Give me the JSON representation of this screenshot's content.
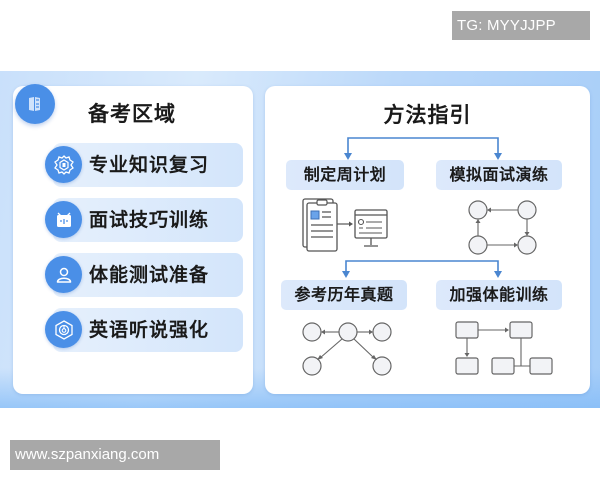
{
  "watermarks": {
    "top": "TG: MYYJJPP",
    "bottom": "www.szpanxiang.com"
  },
  "colors": {
    "accent": "#4a8fe7",
    "item_bg": "#dce9fb",
    "arrow": "#4a86d0",
    "diagram_stroke": "#666666",
    "diagram_fill": "#f2f3f6"
  },
  "left_panel": {
    "badge_icon": "book-map-icon",
    "title": "备考区域",
    "items": [
      {
        "label": "专业知识复习",
        "icon": "hexagon-gear-icon"
      },
      {
        "label": "面试技巧训练",
        "icon": "inbox-tray-icon"
      },
      {
        "label": "体能测试准备",
        "icon": "user-icon"
      },
      {
        "label": "英语听说强化",
        "icon": "hexagon-target-icon"
      }
    ]
  },
  "right_panel": {
    "title": "方法指引",
    "methods": [
      {
        "label": "制定周计划",
        "diagram": "clipboard-to-monitor-icon"
      },
      {
        "label": "模拟面试演练",
        "diagram": "circular-flow-diagram-icon"
      },
      {
        "label": "参考历年真题",
        "diagram": "branching-nodes-diagram-icon"
      },
      {
        "label": "加强体能训练",
        "diagram": "box-flowchart-icon"
      }
    ]
  }
}
